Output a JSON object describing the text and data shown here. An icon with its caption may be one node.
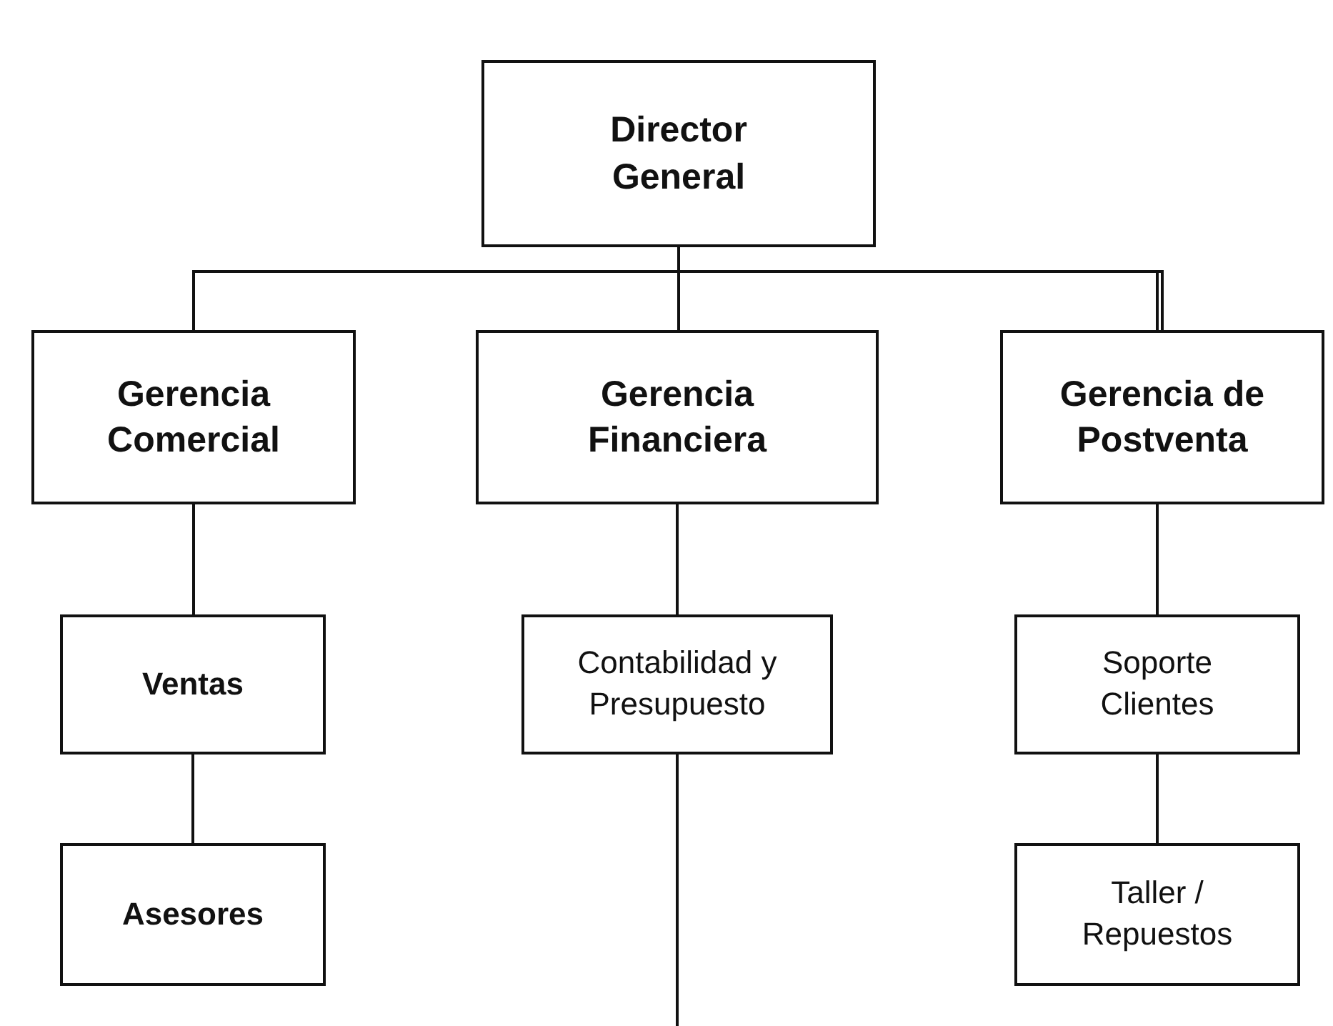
{
  "diagram": {
    "nodes": [
      {
        "text": [
          "Director General"
        ]
      },
      {
        "text": [
          "Gerencia Comercial"
        ]
      },
      {
        "text": [
          "Gerencia Financiera"
        ]
      },
      {
        "text": [
          "Gerencia de Postventa"
        ]
      },
      {
        "text": [
          "Ventas"
        ]
      },
      {
        "text": [
          "Contabilidad y Presupuesto"
        ]
      },
      {
        "text": [
          "Soporte Clientes"
        ]
      },
      {
        "text": [
          "Asesores"
        ]
      },
      {
        "text": [
          "Taller / Repuestos"
        ]
      }
    ],
    "edges": [
      {
        "from": 0,
        "to": 1,
        "arrow": "none"
      },
      {
        "from": 0,
        "to": 2,
        "arrow": "none"
      },
      {
        "from": 0,
        "to": 3,
        "arrow": "none"
      },
      {
        "from": 1,
        "to": 4,
        "arrow": "none"
      },
      {
        "from": 4,
        "to": 7,
        "arrow": "none"
      },
      {
        "from": 2,
        "to": 5,
        "arrow": "none"
      },
      {
        "from": 5,
        "to": null,
        "arrow": "none"
      },
      {
        "from": 3,
        "to": 6,
        "arrow": "none"
      },
      {
        "from": 6,
        "to": 8,
        "arrow": "none"
      }
    ]
  }
}
